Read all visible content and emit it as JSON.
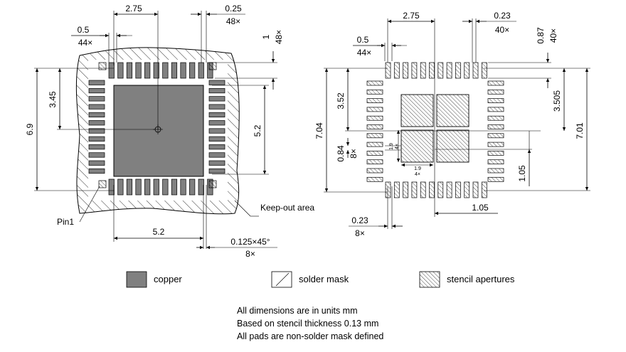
{
  "left": {
    "dims": {
      "top_pitch": "0.5",
      "top_pitch_count": "44×",
      "top_span": "2.75",
      "top_pad_w": "0.25",
      "top_pad_w_count": "48×",
      "pad_len": "1",
      "pad_len_count": "48×",
      "half_h": "3.45",
      "total_h": "6.9",
      "pad_h": "5.2",
      "bottom_w": "5.2",
      "chamfer": "0.125×45°",
      "chamfer_count": "8×",
      "pin1": "Pin1",
      "keepout": "Keep-out area"
    }
  },
  "right": {
    "dims": {
      "top_span": "2.75",
      "top_pad_w": "0.23",
      "top_pad_w_count": "40×",
      "pitch": "0.5",
      "pitch_count": "44×",
      "pad_len": "0.87",
      "pad_len_count": "40×",
      "left_half": "3.52",
      "left_total": "7.04",
      "right_half": "3.505",
      "right_total": "7.01",
      "v_offset": "0.84",
      "v_offset_count": "8×",
      "aperture_v": "1.9",
      "aperture_v_count": "4×",
      "aperture_h": "1.9",
      "aperture_h_count": "4×",
      "right_offset": "1.05",
      "bottom_offset": "1.05",
      "bottom_pad_w": "0.23",
      "bottom_pad_w_count": "8×"
    }
  },
  "legend": {
    "copper": "copper",
    "solder_mask": "solder mask",
    "stencil": "stencil apertures"
  },
  "notes": [
    "All dimensions are in units mm",
    "Based on stencil thickness 0.13 mm",
    "All pads are non-solder mask defined"
  ]
}
